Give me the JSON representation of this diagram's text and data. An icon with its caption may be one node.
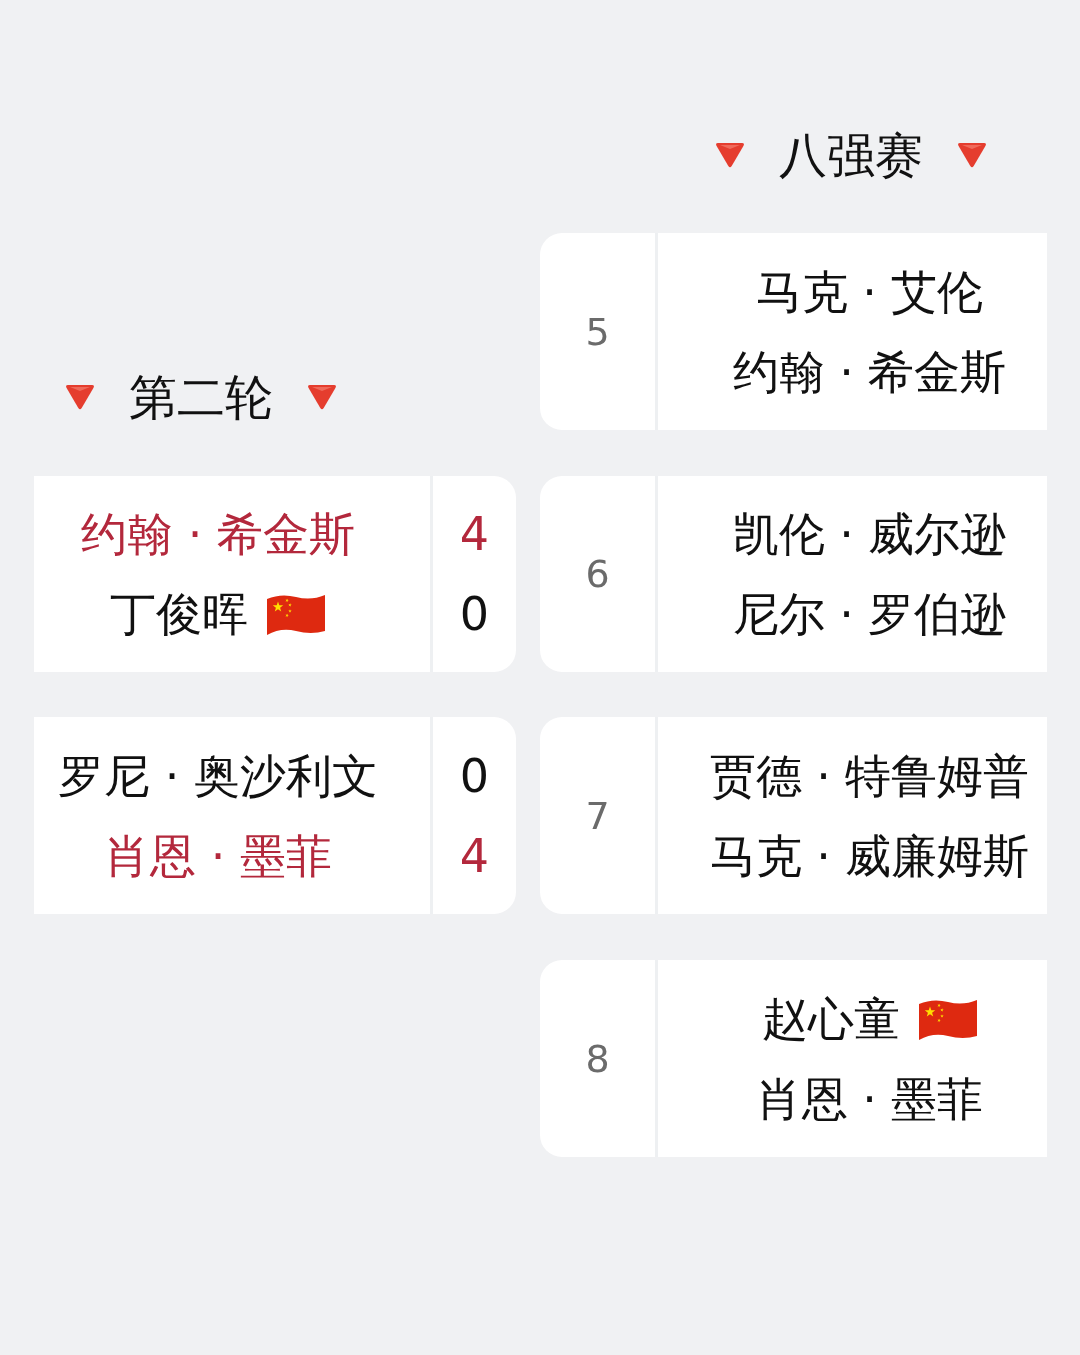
{
  "diagram": {
    "nodes": [
      {
        "text": [
          "约翰 · 希金斯",
          "4",
          "丁俊晖",
          "0"
        ]
      },
      {
        "text": [
          "罗尼 · 奥沙利文",
          "0",
          "肖恩 · 墨菲",
          "4"
        ]
      },
      {
        "text": [
          "5",
          "马克 · 艾伦",
          "约翰 · 希金斯"
        ]
      },
      {
        "text": [
          "6",
          "凯伦 · 威尔逊",
          "尼尔 · 罗伯逊"
        ]
      },
      {
        "text": [
          "7",
          "贾德 · 特鲁姆普",
          "马克 · 威廉姆斯"
        ]
      },
      {
        "text": [
          "8",
          "赵心童",
          "肖恩 · 墨菲"
        ]
      }
    ],
    "labels": [
      "第二轮",
      "八强赛"
    ]
  }
}
